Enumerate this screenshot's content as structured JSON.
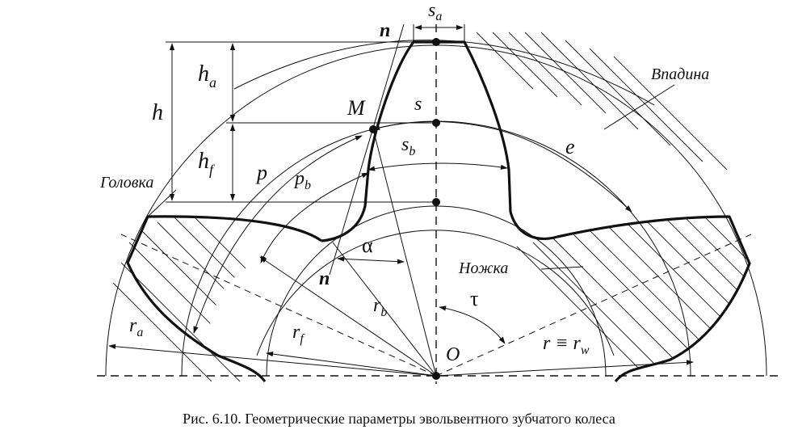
{
  "caption": "Рис. 6.10. Геометрические параметры эвольвентного зубчатого колеса",
  "labels": {
    "sa_main": "s",
    "sa_sub": "a",
    "n_top": "n",
    "n_bottom": "n",
    "h": "h",
    "ha_main": "h",
    "ha_sub": "a",
    "hf_main": "h",
    "hf_sub": "f",
    "M": "M",
    "s": "s",
    "sb_main": "s",
    "sb_sub": "b",
    "e": "e",
    "p": "p",
    "pb_main": "p",
    "pb_sub": "b",
    "alpha": "α",
    "tau": "τ",
    "O": "O",
    "rb_main": "r",
    "rb_sub": "b",
    "ra_main": "r",
    "ra_sub": "a",
    "rf_main": "r",
    "rf_sub": "f",
    "rw_main": "r ≡ r",
    "rw_sub": "w"
  },
  "callouts": {
    "vpadina": "Впадина",
    "golovka": "Головка",
    "nozhka": "Ножка"
  }
}
